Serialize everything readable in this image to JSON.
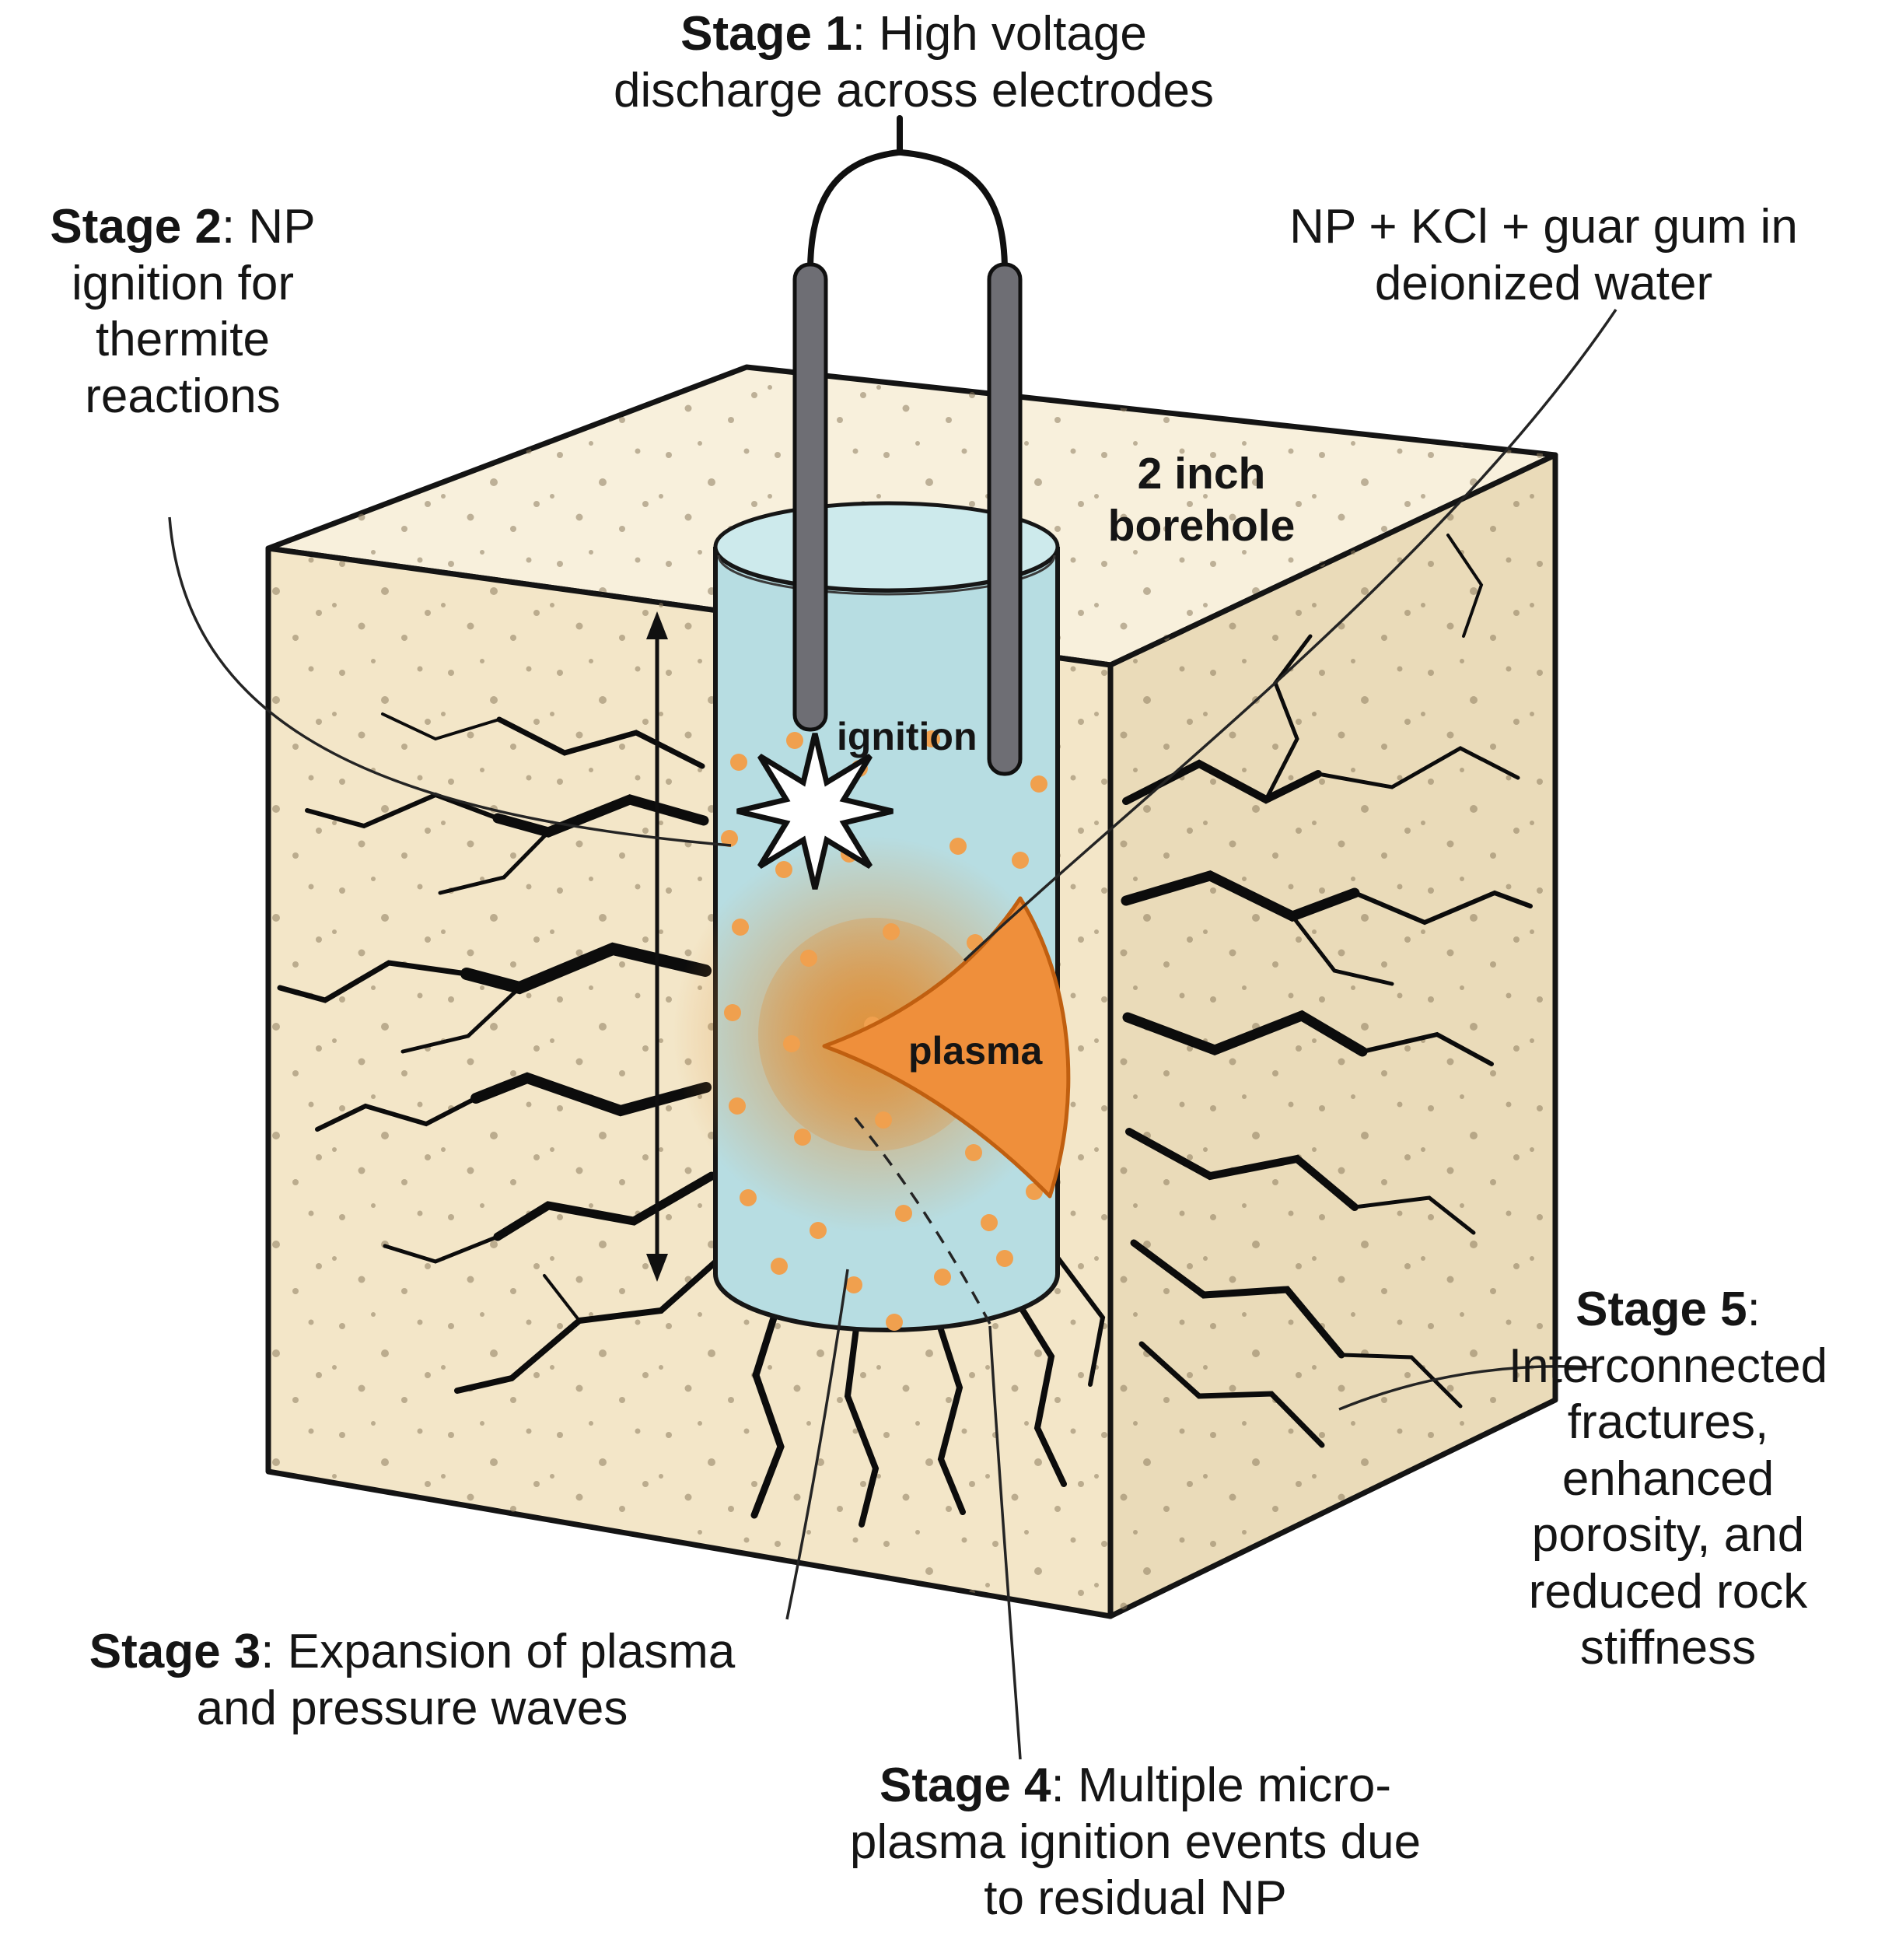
{
  "colors": {
    "rock_front": "#f3e6c8",
    "rock_top": "#f8f0dc",
    "rock_side": "#eadbb9",
    "speckle": "#8d7c5e",
    "borehole": "#b7dde2",
    "borehole_rim": "#cdeaec",
    "electrode": "#6e6e74",
    "plasma": "#ef8f3b",
    "plasma_edge": "#c05f10",
    "np_dot": "#f0a04e"
  },
  "labels": {
    "stage1": {
      "prefix": "Stage 1",
      "text": ": High voltage discharge across electrodes"
    },
    "stage2": {
      "prefix": "Stage 2",
      "text": ": NP ignition for thermite reactions"
    },
    "stage3": {
      "prefix": "Stage 3",
      "text": ": Expansion of plasma and pressure waves"
    },
    "stage4": {
      "prefix": "Stage 4",
      "text": ": Multiple micro-plasma ignition events due to residual NP"
    },
    "stage5": {
      "prefix": "Stage 5",
      "text": ": Interconnected fractures, enhanced porosity, and reduced rock stiffness"
    },
    "mixture": "NP + KCl + guar gum in deionized water",
    "borehole": "2 inch borehole",
    "ignition": "ignition",
    "plasma": "plasma"
  }
}
